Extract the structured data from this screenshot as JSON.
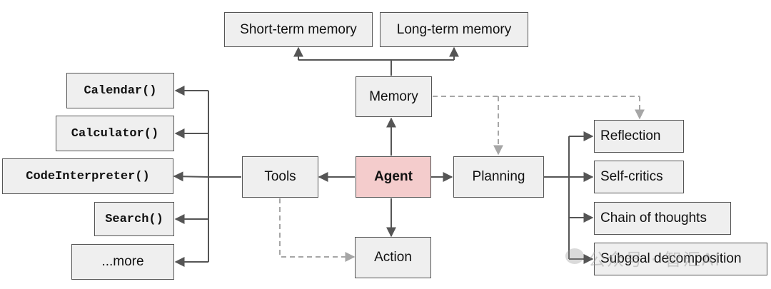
{
  "nodes": {
    "short_term_memory": "Short-term memory",
    "long_term_memory": "Long-term memory",
    "memory": "Memory",
    "calendar": "Calendar()",
    "calculator": "Calculator()",
    "code_interpreter": "CodeInterpreter()",
    "search": "Search()",
    "more": "...more",
    "tools": "Tools",
    "agent": "Agent",
    "planning": "Planning",
    "action": "Action",
    "reflection": "Reflection",
    "self_critics": "Self-critics",
    "chain_of_thoughts": "Chain of thoughts",
    "subgoal_decomposition": "Subgoal decomposition"
  },
  "watermark": "公众号 · 智汇AI",
  "colors": {
    "box_fill": "#efefef",
    "box_border": "#555555",
    "agent_fill": "#f4cccc",
    "solid_arrow": "#555555",
    "dashed_arrow": "#a6a6a6"
  }
}
